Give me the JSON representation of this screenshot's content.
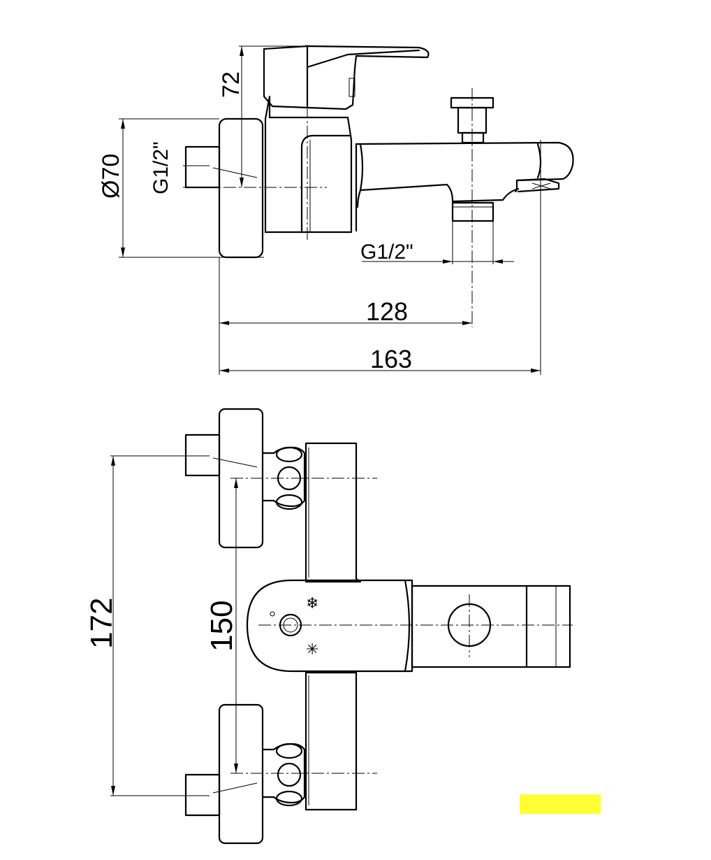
{
  "drawing": {
    "side_view": {
      "dim_height": "72",
      "dim_diameter": "Ø70",
      "dim_inlet_thread": "G1/2\"",
      "dim_outlet_thread": "G1/2\"",
      "dim_spout_axis": "128",
      "dim_total_depth": "163"
    },
    "front_view": {
      "dim_outer_spacing": "172",
      "dim_inner_spacing": "150"
    },
    "highlight_color": "#ffff33"
  }
}
